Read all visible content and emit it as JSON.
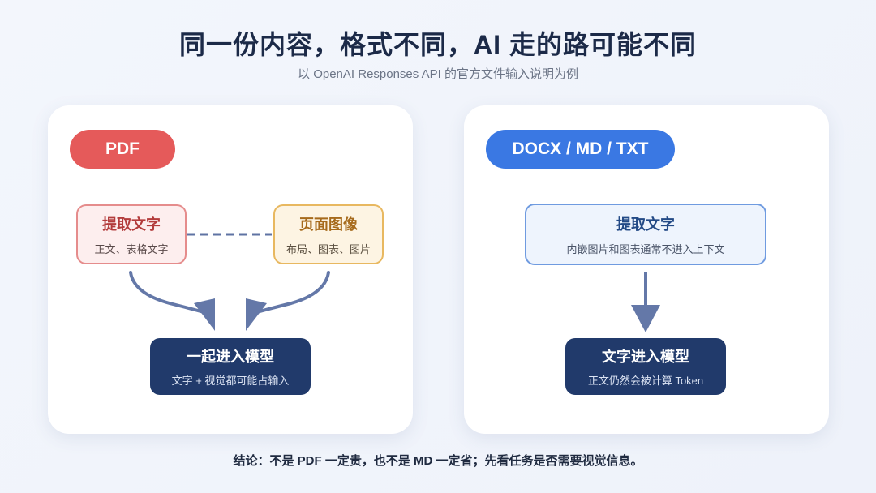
{
  "title": "同一份内容，格式不同，AI 走的路可能不同",
  "subtitle": "以 OpenAI Responses API 的官方文件输入说明为例",
  "left_panel": {
    "pill": "PDF",
    "text_box": {
      "title": "提取文字",
      "subtitle": "正文、表格文字"
    },
    "image_box": {
      "title": "页面图像",
      "subtitle": "布局、图表、图片"
    },
    "model_box": {
      "title": "一起进入模型",
      "subtitle": "文字 + 视觉都可能占输入"
    }
  },
  "right_panel": {
    "pill": "DOCX / MD / TXT",
    "extract_box": {
      "title": "提取文字",
      "subtitle": "内嵌图片和图表通常不进入上下文"
    },
    "model_box": {
      "title": "文字进入模型",
      "subtitle": "正文仍然会被计算 Token"
    }
  },
  "conclusion": "结论：不是 PDF 一定贵，也不是 MD 一定省；先看任务是否需要视觉信息。",
  "colors": {
    "pdf_red": "#e55a5a",
    "docx_blue": "#3a78e3",
    "model_navy": "#213a6b",
    "arrow": "#6478a8"
  }
}
